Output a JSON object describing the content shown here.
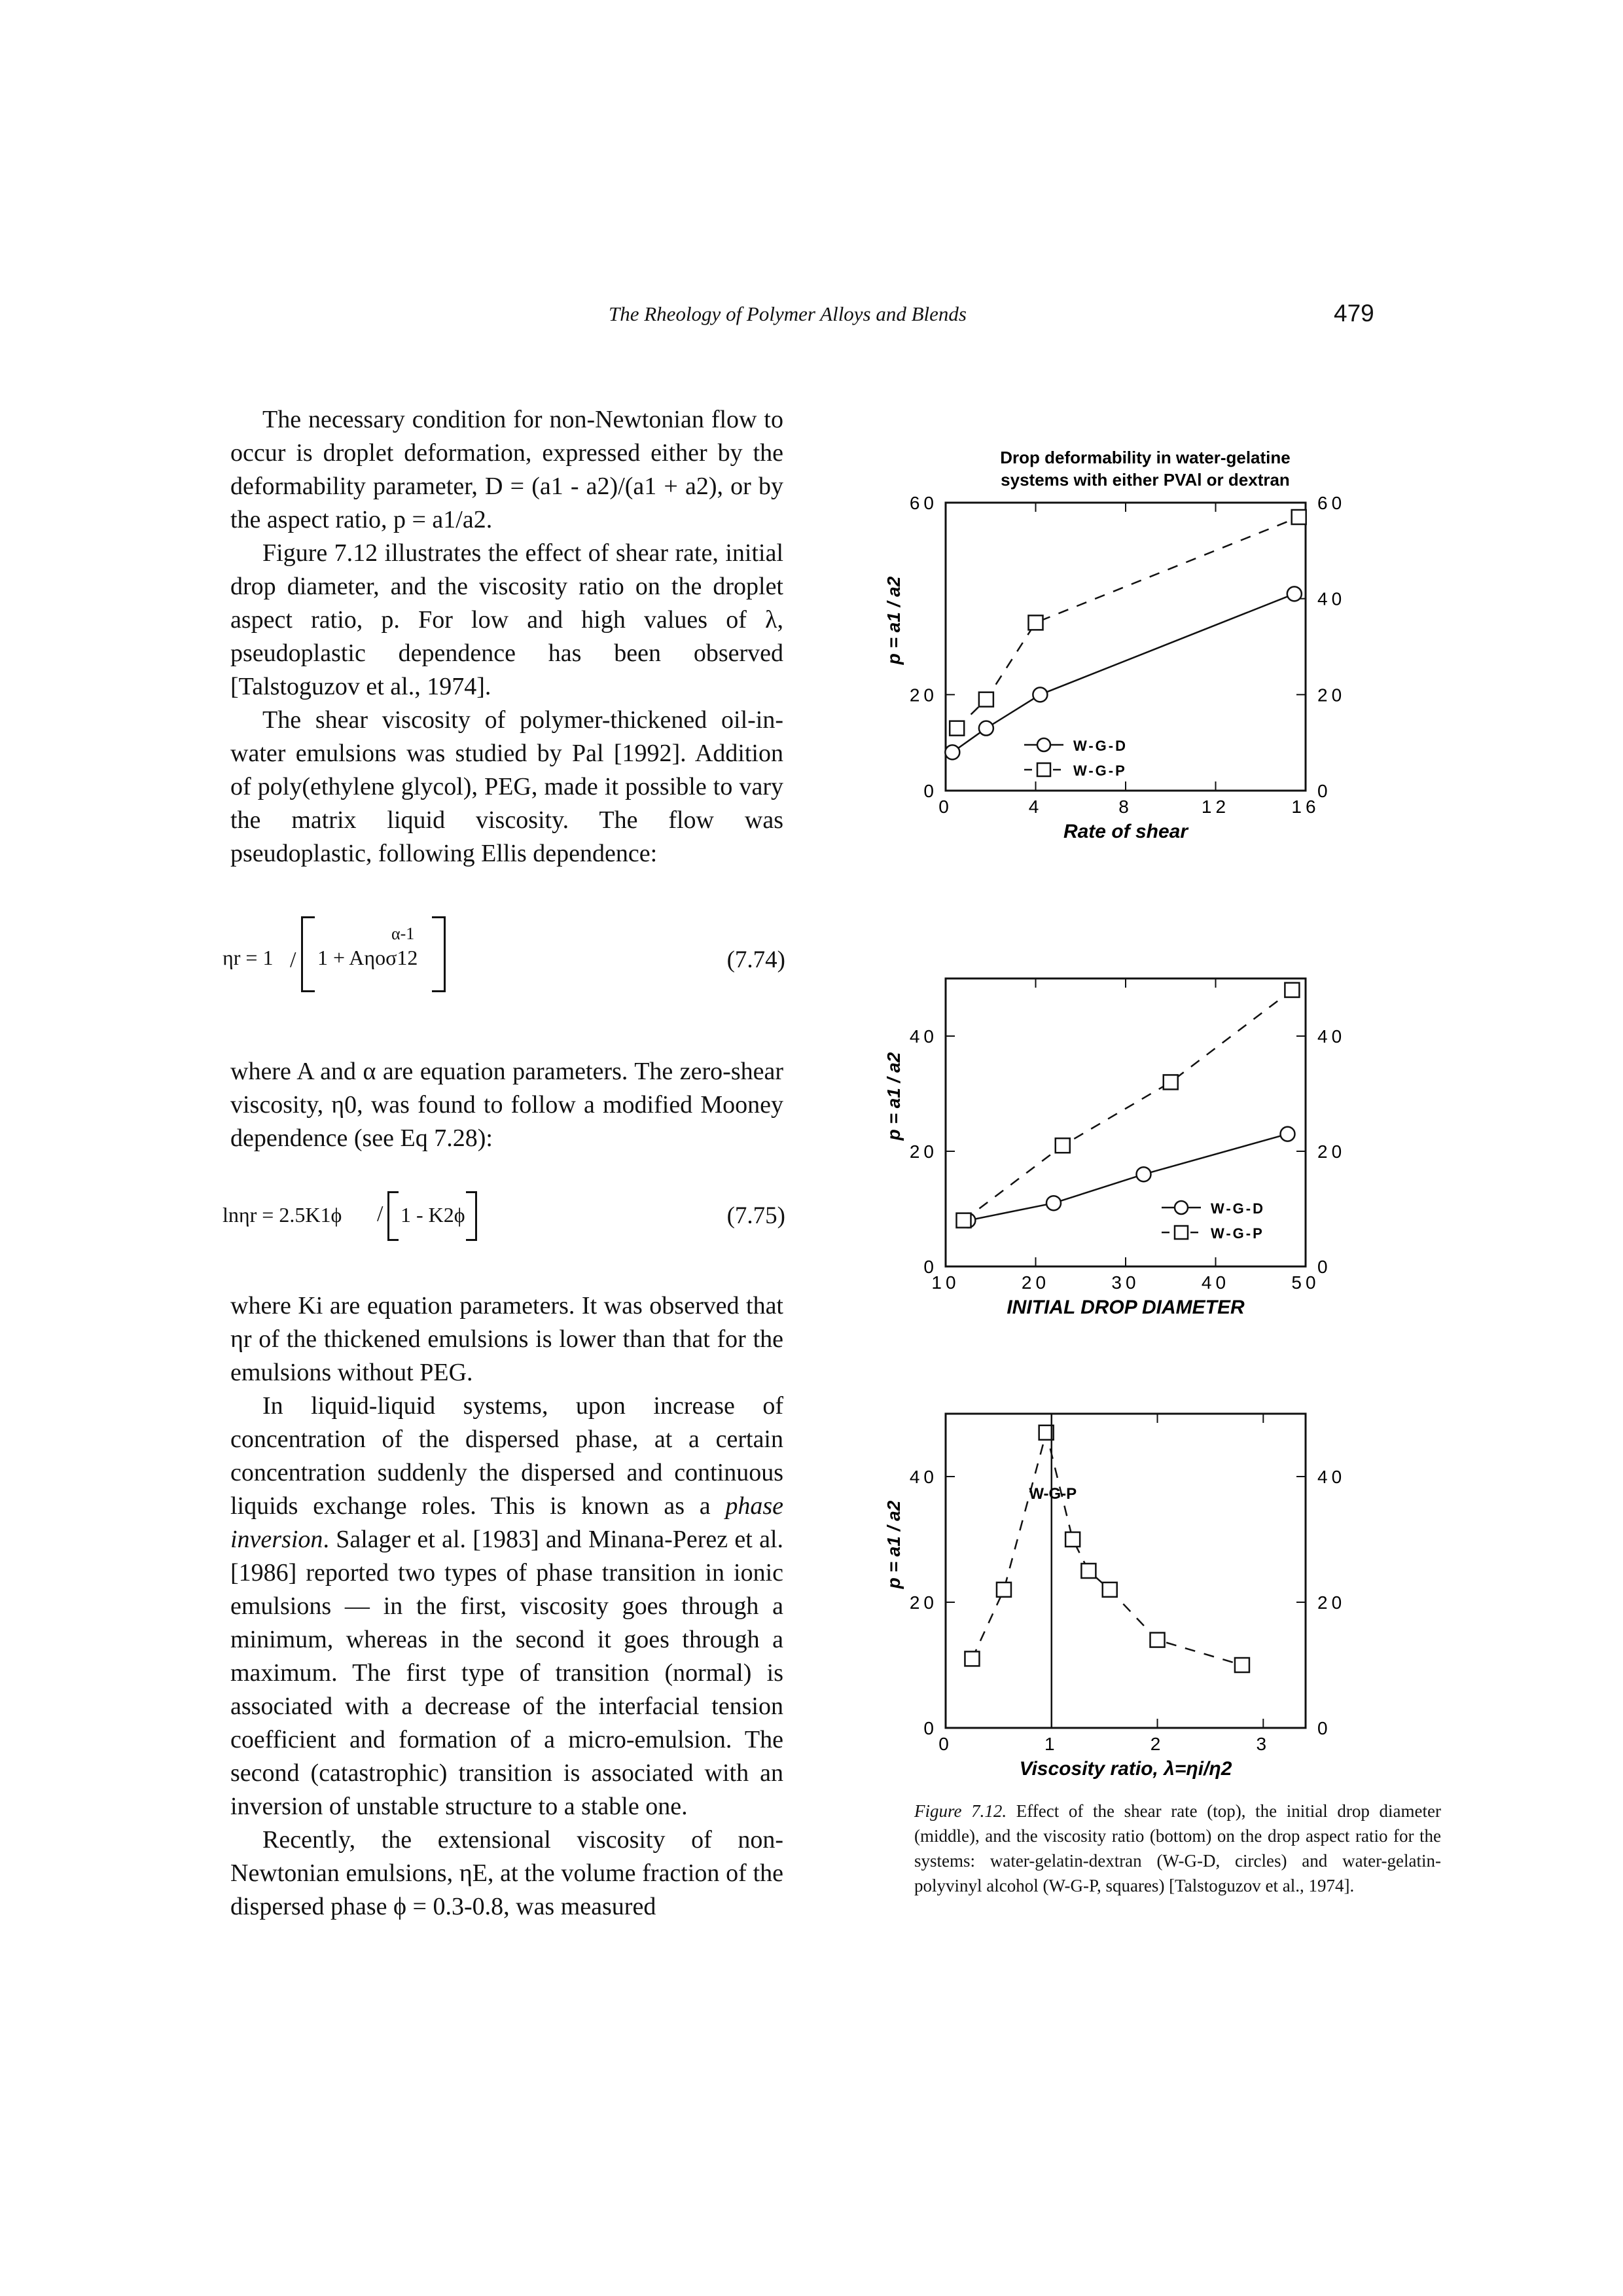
{
  "header": {
    "running_title": "The Rheology of Polymer Alloys and Blends",
    "page_number": "479"
  },
  "text": {
    "p1": "The necessary condition for non-Newtonian flow to occur is droplet deformation, expressed either by the deformability parameter, D = (a1 - a2)/(a1 + a2), or by the aspect ratio, p = a1/a2.",
    "p2": "Figure 7.12 illustrates the effect of shear rate, initial drop diameter, and the viscosity ratio on the droplet aspect ratio, p. For low and high values of λ, pseudoplastic dependence has been observed [Talstoguzov et al., 1974].",
    "p3": "The shear viscosity of polymer-thickened oil-in-water emulsions was studied by Pal [1992]. Addition of poly(ethylene glycol), PEG, made it possible to vary the matrix liquid viscosity. The flow was pseudoplastic, following Ellis dependence:",
    "p4": "where A and α are equation parameters. The zero-shear viscosity, η0, was found to follow a modified Mooney dependence (see Eq 7.28):",
    "p5": "where Ki are equation parameters. It was observed that ηr of the thickened emulsions is lower than that for the emulsions without PEG.",
    "p6a": "In liquid-liquid systems, upon increase of concentration of the dispersed phase, at a certain concentration suddenly the dispersed and continuous liquids exchange roles. This is known as a ",
    "p6_term": "phase inversion",
    "p6b": ". Salager et al. [1983] and Minana-Perez et al. [1986] reported two types of phase transition in ionic emulsions — in the first, viscosity goes through a minimum, whereas in the second it goes through a maximum. The first type of transition (normal) is associated with a decrease of the interfacial tension coefficient and formation of a micro-emulsion. The second (catastrophic) transition is associated with an inversion of unstable structure to a stable one.",
    "p7": "Recently, the extensional viscosity of non-Newtonian emulsions, ηE, at the volume fraction of the dispersed phase ϕ = 0.3-0.8, was measured"
  },
  "equations": {
    "eq774": {
      "lhs": "ηr = 1",
      "body": "1 + Aηoσ12",
      "exp": "α-1",
      "number": "(7.74)"
    },
    "eq775": {
      "lhs": "lnηr = 2.5K1ϕ",
      "body": "1 - K2ϕ",
      "number": "(7.75)"
    }
  },
  "figure": {
    "caption_label": "Figure 7.12.",
    "caption_text": "Effect of the shear rate (top), the initial drop diameter (middle), and the viscosity ratio (bottom) on the drop aspect ratio for the systems: water-gelatin-dextran (W-G-D, circles) and water-gelatin-polyvinyl alcohol (W-G-P, squares) [Talstoguzov et al., 1974].",
    "legend_wgd": "W-G-D",
    "legend_wgp": "W-G-P"
  },
  "chart_data": [
    {
      "type": "line",
      "title": "Drop deformability in water-gelatine systems with either PVAl or dextran",
      "xlabel": "Rate of shear",
      "ylabel": "p = a1 / a2",
      "xlim": [
        0,
        16
      ],
      "ylim": [
        0,
        60
      ],
      "xticks": [
        "0",
        "4",
        "8",
        "12",
        "16"
      ],
      "yticks_left": [
        "0",
        "20",
        "60"
      ],
      "yticks_right": [
        "0",
        "20",
        "40",
        "60"
      ],
      "series": [
        {
          "name": "W-G-D",
          "marker": "circle",
          "line": "solid",
          "x": [
            0.3,
            1.8,
            4.2,
            15.5
          ],
          "y": [
            8,
            13,
            20,
            41
          ]
        },
        {
          "name": "W-G-P",
          "marker": "square",
          "line": "dashed",
          "x": [
            0.5,
            1.8,
            4.0,
            15.7
          ],
          "y": [
            13,
            19,
            35,
            57
          ]
        }
      ]
    },
    {
      "type": "line",
      "xlabel": "INITIAL DROP DIAMETER",
      "ylabel": "p = a1 / a2",
      "xlim": [
        10,
        50
      ],
      "ylim": [
        0,
        50
      ],
      "xticks": [
        "10",
        "20",
        "30",
        "40",
        "50"
      ],
      "yticks_left": [
        "0",
        "20",
        "40"
      ],
      "yticks_right": [
        "0",
        "20",
        "40"
      ],
      "series": [
        {
          "name": "W-G-D",
          "marker": "circle",
          "line": "solid",
          "x": [
            12.5,
            22,
            32,
            48
          ],
          "y": [
            8,
            11,
            16,
            23
          ]
        },
        {
          "name": "W-G-P",
          "marker": "square",
          "line": "dashed",
          "x": [
            12,
            23,
            35,
            48.5
          ],
          "y": [
            8,
            21,
            32,
            48
          ]
        }
      ]
    },
    {
      "type": "line",
      "xlabel": "Viscosity ratio, λ=ηi/η2",
      "ylabel": "p = a1 / a2",
      "xlim": [
        0,
        3.4
      ],
      "ylim": [
        0,
        50
      ],
      "xticks": [
        "0",
        "1",
        "2",
        "3"
      ],
      "yticks_left": [
        "0",
        "20",
        "40"
      ],
      "yticks_right": [
        "0",
        "20",
        "40"
      ],
      "annotation": "W-G-P",
      "series": [
        {
          "name": "W-G-P",
          "marker": "square",
          "line": "dashed",
          "x": [
            0.25,
            0.55,
            0.95,
            1.2,
            1.35,
            1.55,
            2.0,
            2.8
          ],
          "y": [
            11,
            22,
            47,
            30,
            25,
            22,
            14,
            10
          ]
        }
      ]
    }
  ]
}
